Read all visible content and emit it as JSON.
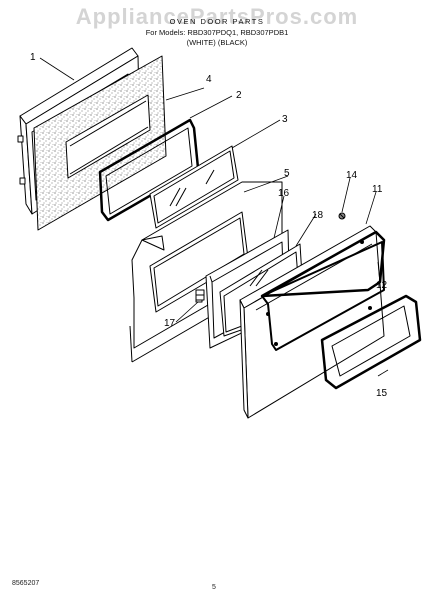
{
  "watermark": "AppliancePartsPros.com",
  "header": {
    "title": "OVEN DOOR PARTS",
    "models_line": "For Models: RBD307PDQ1, RBD307PDB1",
    "colors_line": "(WHITE)    (BLACK)"
  },
  "footer": {
    "left": "8565207",
    "page": "5"
  },
  "callouts": [
    "1",
    "4",
    "2",
    "3",
    "5",
    "16",
    "18",
    "14",
    "11",
    "12",
    "17",
    "15"
  ]
}
